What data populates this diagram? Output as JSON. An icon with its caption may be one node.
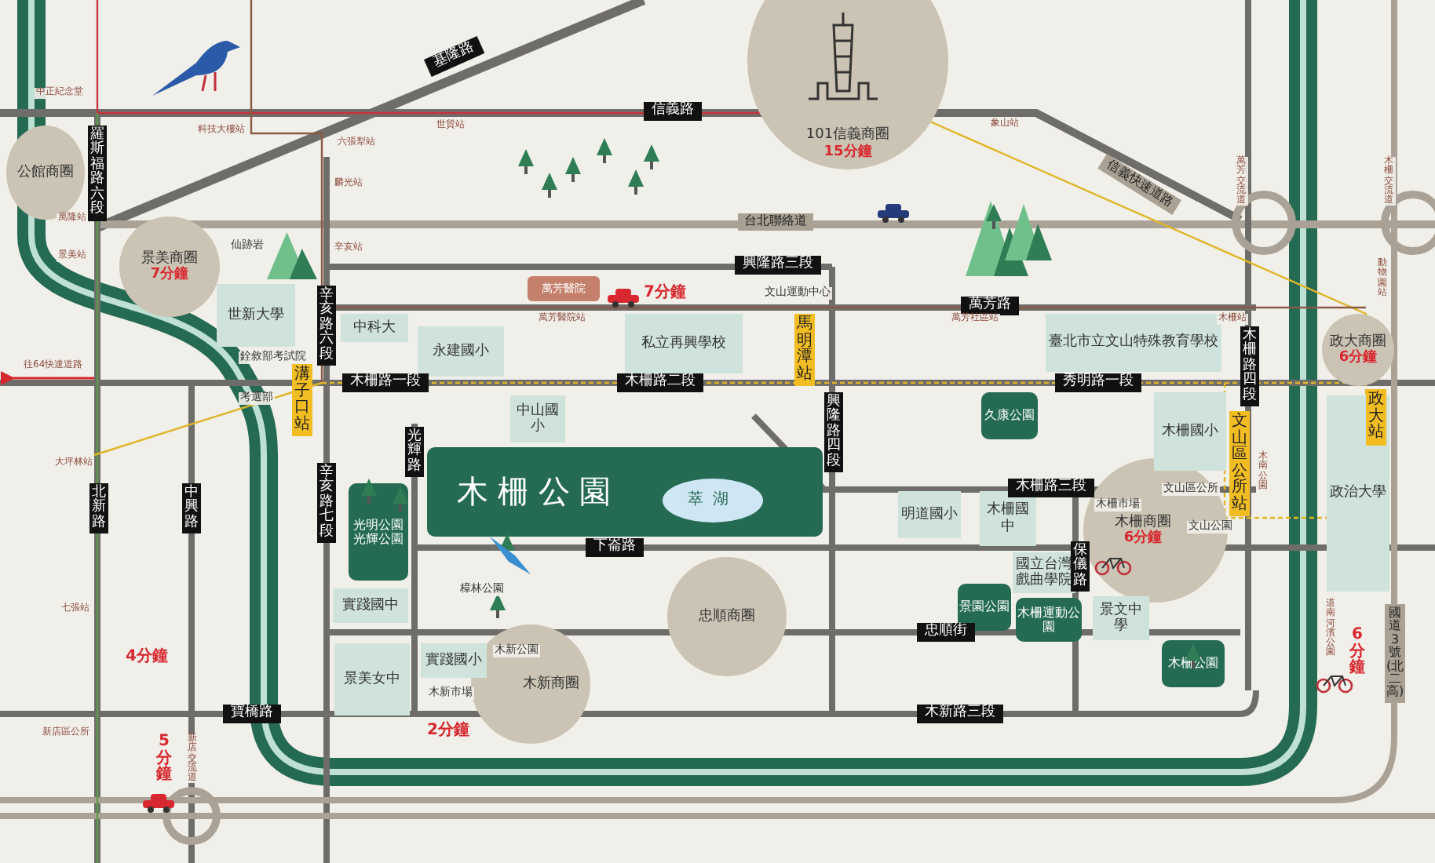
{
  "diagram": {
    "nodes": [
      {
        "text": [
          "公館商圈"
        ]
      },
      {
        "text": [
          "景美商圈",
          "7分鐘"
        ]
      },
      {
        "text": [
          "101信義商圈",
          "15分鐘"
        ]
      },
      {
        "text": [
          "政大商圈",
          "6分鐘"
        ]
      },
      {
        "text": [
          "木新商圈"
        ]
      },
      {
        "text": [
          "忠順商圈"
        ]
      },
      {
        "text": [
          "木柵商圈",
          "6分鐘"
        ]
      },
      {
        "text": [
          "世新大學"
        ]
      },
      {
        "text": [
          "中科大"
        ]
      },
      {
        "text": [
          "永建國小"
        ]
      },
      {
        "text": [
          "私立再興學校"
        ]
      },
      {
        "text": [
          "中山國小"
        ]
      },
      {
        "text": [
          "臺北市立文山特殊教育學校"
        ]
      },
      {
        "text": [
          "木柵國小"
        ]
      },
      {
        "text": [
          "政治大學"
        ]
      },
      {
        "text": [
          "木柵公園"
        ]
      },
      {
        "text": [
          "萃湖"
        ],
        "in": 15
      },
      {
        "text": [
          "光明公園",
          "光輝公園"
        ]
      },
      {
        "text": [
          "實踐國中"
        ]
      },
      {
        "text": [
          "景美女中"
        ]
      },
      {
        "text": [
          "實踐國小"
        ]
      },
      {
        "text": [
          "明道國小"
        ]
      },
      {
        "text": [
          "木柵國中"
        ]
      },
      {
        "text": [
          "國立台灣戲曲學院"
        ]
      },
      {
        "text": [
          "景園公園"
        ]
      },
      {
        "text": [
          "木柵運動公園"
        ]
      },
      {
        "text": [
          "景文中學"
        ]
      },
      {
        "text": [
          "木柵公園"
        ]
      },
      {
        "text": [
          "久康公園"
        ]
      },
      {
        "text": [
          "萬芳醫院"
        ]
      }
    ],
    "labels": [
      "基隆路",
      "信義路",
      "信義快速道路",
      "羅斯福路六段",
      "台北聯絡道",
      "興隆路三段",
      "萬芳路",
      "辛亥路六段",
      "木柵路一段",
      "木柵路二段",
      "秀明路一段",
      "興隆路四段",
      "木柵路四段",
      "木柵路三段",
      "光輝路",
      "辛亥路七段",
      "北新路",
      "中興路",
      "寶橋路",
      "下崙路",
      "忠順街",
      "木新路三段",
      "保儀路",
      "國道3號(北二高)",
      "溝子口站",
      "馬明潭站",
      "文山區公所站",
      "政大站",
      "中正紀念堂",
      "科技大樓站",
      "六張犁站",
      "世貿站",
      "象山站",
      "麟光站",
      "辛亥站",
      "萬隆站",
      "景美站",
      "萬芳醫院站",
      "萬芳社區站",
      "木柵站",
      "動物園站",
      "大坪林站",
      "七張站",
      "新店區公所",
      "往64快速道路",
      "仙跡岩",
      "銓敘部考試院",
      "考選部",
      "文山運動中心",
      "7分鐘",
      "4分鐘",
      "5分鐘",
      "2分鐘",
      "6分鐘",
      "木柵市場",
      "文山區公所",
      "木新市場",
      "萬芳交流道",
      "木柵交流道",
      "木南公園",
      "道南河濱公園",
      "新店交流道",
      "文山公園",
      "木新公園",
      "樟林公園"
    ]
  }
}
